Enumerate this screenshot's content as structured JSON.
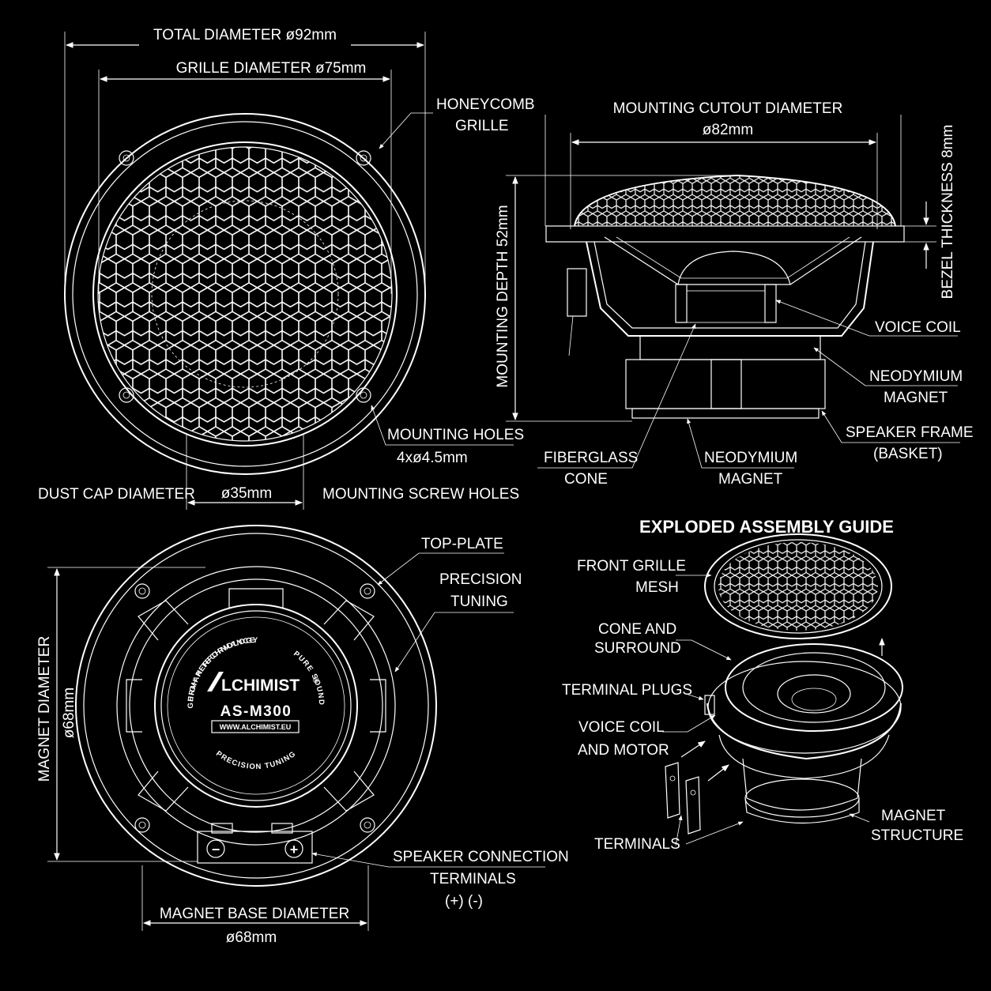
{
  "top_view": {
    "total_diameter": "TOTAL DIAMETER ø92mm",
    "grille_diameter": "GRILLE DIAMETER ø75mm",
    "honeycomb_grille": [
      "HONEYCOMB",
      "GRILLE"
    ],
    "mounting_holes": [
      "MOUNTING HOLES",
      "4xø4.5mm"
    ],
    "dust_cap_diameter": "DUST CAP DIAMETER",
    "dust_cap_value": "ø35mm",
    "mounting_screw_holes": "MOUNTING SCREW HOLES"
  },
  "side_view": {
    "cutout_diameter": [
      "MOUNTING CUTOUT DIAMETER",
      "ø82mm"
    ],
    "mounting_depth": "MOUNTING DEPTH 52mm",
    "bezel_thickness": "BEZEL THICKNESS 8mm",
    "voice_coil": "VOICE COIL",
    "neodymium_magnet_right": [
      "NEODYMIUM",
      "MAGNET"
    ],
    "speaker_frame": [
      "SPEAKER FRAME",
      "(BASKET)"
    ],
    "fiberglass_cone": [
      "FIBERGLASS",
      "CONE"
    ],
    "neodymium_magnet_bottom": [
      "NEODYMIUM",
      "MAGNET"
    ]
  },
  "rear_view": {
    "top_plate": "TOP-PLATE",
    "precision_tuning": [
      "PRECISION",
      "TUNING"
    ],
    "magnet_diameter": "MAGNET DIAMETER",
    "magnet_diameter_value": "ø68mm",
    "speaker_connection": [
      "SPEAKER CONNECTION",
      "TERMINALS",
      "(+) (-)"
    ],
    "magnet_base_diameter": "MAGNET BASE DIAMETER",
    "magnet_base_value": "ø68mm",
    "label": {
      "brand": "LCHIMIST",
      "registered": "®",
      "model": "AS-M300",
      "url": "WWW.ALCHIMIST.EU",
      "ring_top": "GERMAN TECHNOLOGY",
      "ring_right": "PURE SOUND",
      "ring_bottom": "PRECISION TUNING",
      "ring_left": "HIGH PERFORMANCE",
      "minus": "−",
      "plus": "+"
    }
  },
  "exploded_view": {
    "title": "EXPLODED ASSEMBLY GUIDE",
    "front_grille_mesh": [
      "FRONT GRILLE",
      "MESH"
    ],
    "cone_and_surround": [
      "CONE AND",
      "SURROUND"
    ],
    "terminal_plugs": "TERMINAL PLUGS",
    "voice_coil_motor": [
      "VOICE COIL",
      "AND MOTOR"
    ],
    "terminals": "TERMINALS",
    "magnet_structure": [
      "MAGNET",
      "STRUCTURE"
    ]
  }
}
